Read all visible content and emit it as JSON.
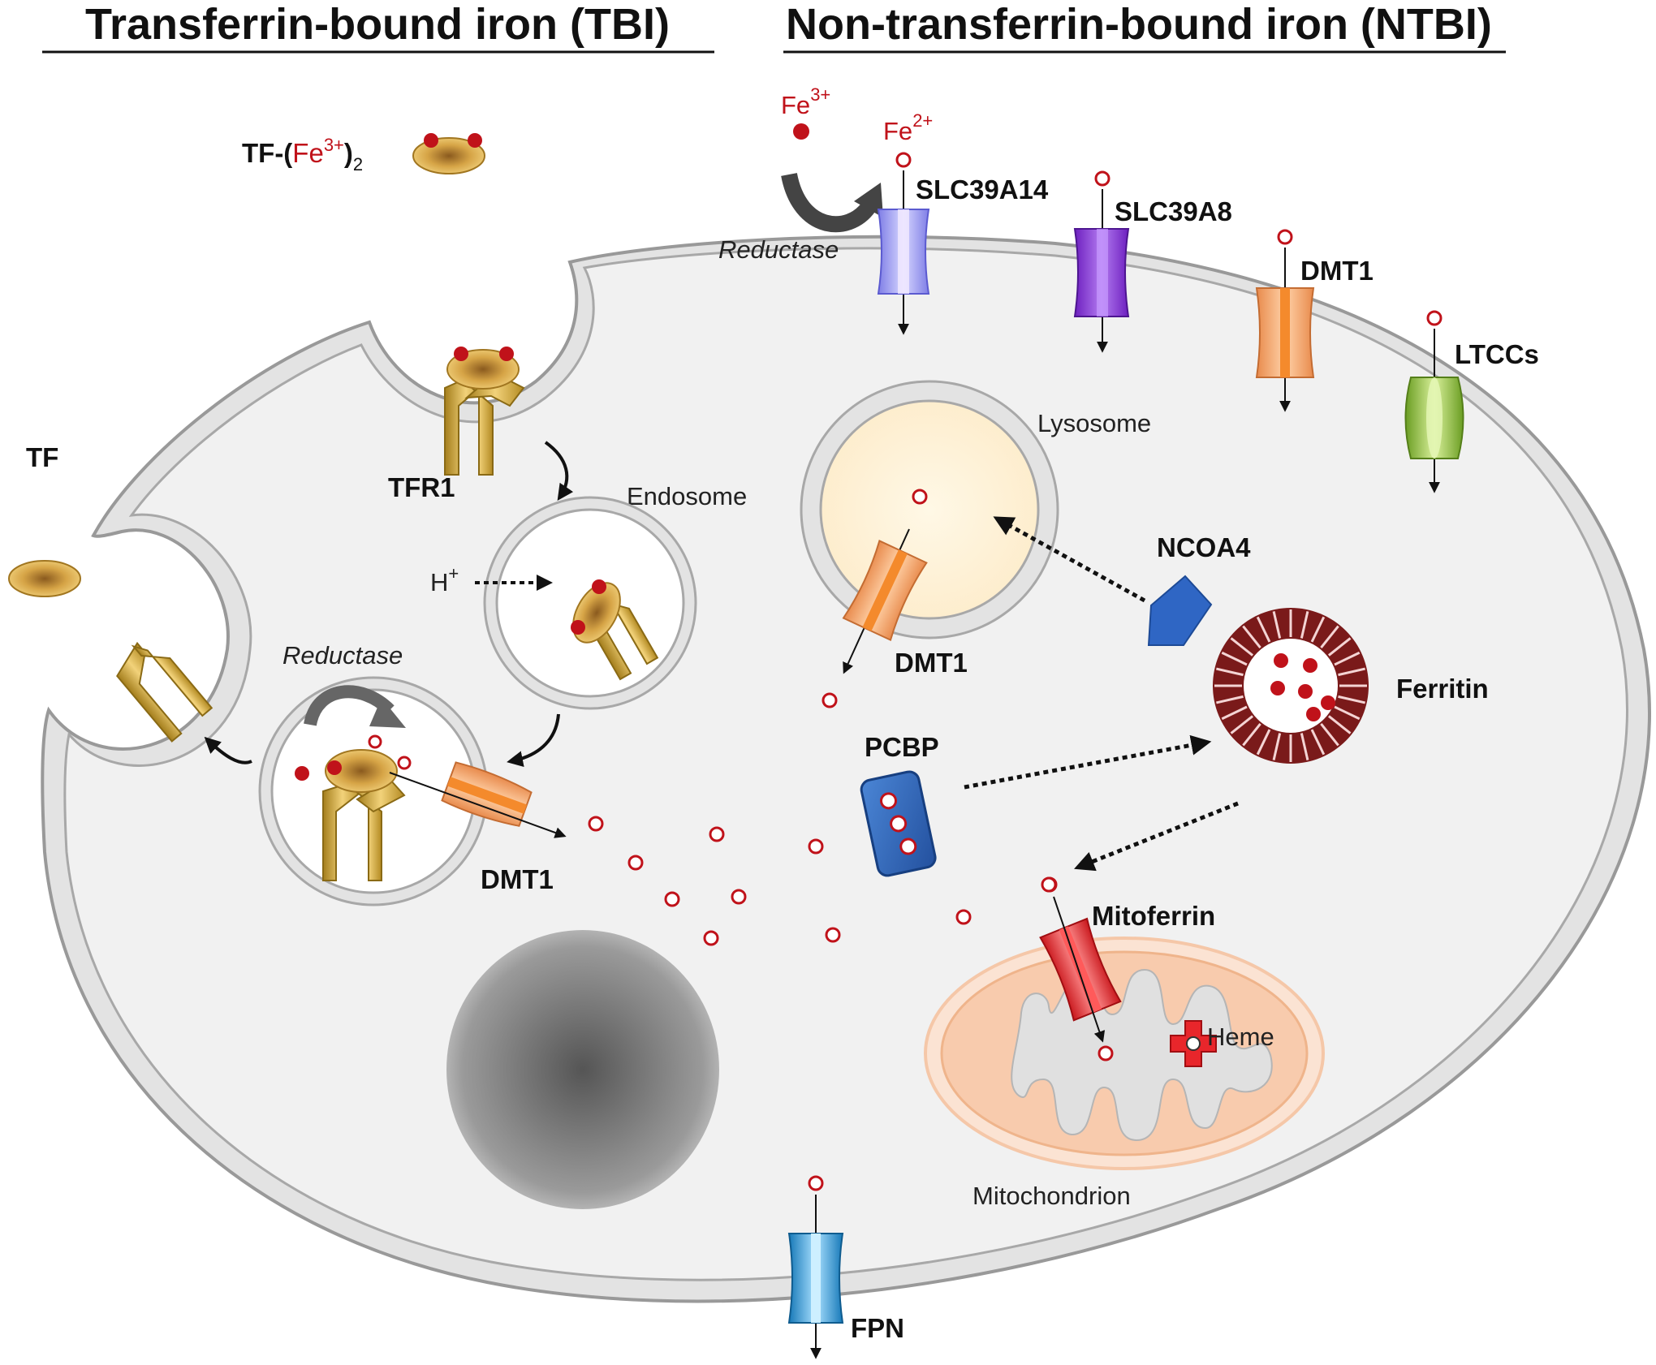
{
  "headers": {
    "tbi": "Transferrin-bound iron (TBI)",
    "ntbi": "Non-transferrin-bound iron (NTBI)"
  },
  "labels": {
    "tf_complex_prefix": "TF-(",
    "tf_complex_fe": "Fe",
    "tf_complex_charge": "3+",
    "tf_complex_close": ")",
    "tf_complex_sub": "2",
    "tf": "TF",
    "tfr1": "TFR1",
    "endosome": "Endosome",
    "h_plus": "H",
    "h_plus_sup": "+",
    "reductase_endosome": "Reductase",
    "dmt1_endosome": "DMT1",
    "fe3": "Fe",
    "fe3_charge": "3+",
    "fe2": "Fe",
    "fe2_charge": "2+",
    "reductase_membrane": "Reductase",
    "slc39a14": "SLC39A14",
    "slc39a8": "SLC39A8",
    "dmt1_membrane": "DMT1",
    "ltccs": "LTCCs",
    "lysosome": "Lysosome",
    "dmt1_lysosome": "DMT1",
    "ncoa4": "NCOA4",
    "ferritin": "Ferritin",
    "pcbp": "PCBP",
    "mitoferrin": "Mitoferrin",
    "heme": "Heme",
    "mitochondrion": "Mitochondrion",
    "fpn": "FPN"
  },
  "colors": {
    "fe3_dot": "#c0121a",
    "transferrin": "#d9a94a",
    "tfr1": "#c9a227",
    "dmt1": "#f3a36b",
    "slc39a14": "#9d9cf0",
    "slc39a8": "#8b3fd9",
    "ltccs": "#8fc13a",
    "ncoa4": "#2f66c4",
    "pcbp": "#3166b8",
    "ferritin": "#7a1a1a",
    "mitoferrin": "#e8262b",
    "fpn": "#2a9fd6",
    "lysosome": "#fff3d9",
    "mitochondrion": "#f8cbad",
    "nucleus": "#6e6e6e",
    "cell": "#f1f1f1"
  }
}
